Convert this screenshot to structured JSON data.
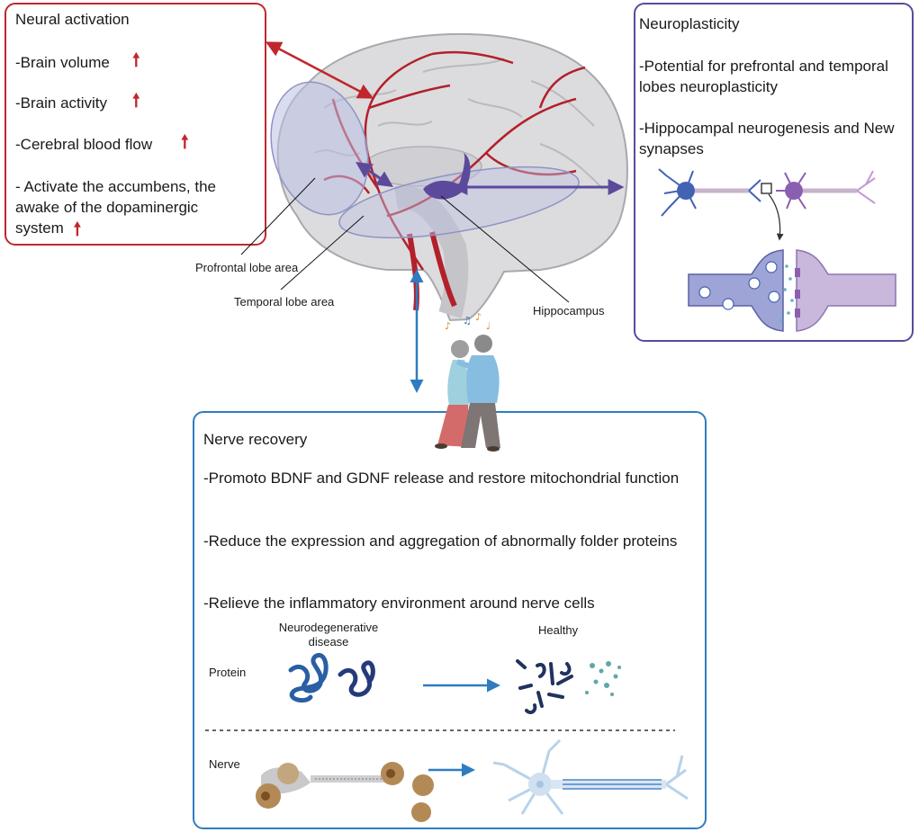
{
  "neural": {
    "title": "Neural activation",
    "items": [
      "-Brain volume",
      "-Brain activity",
      "-Cerebral blood flow"
    ],
    "last_item": "- Activate the accumbens, the awake of the dopaminergic system",
    "up_glyph": "🠕",
    "color": "#c0272d"
  },
  "plasticity": {
    "title": "Neuroplasticity",
    "item1": "-Potential for prefrontal and temporal lobes neuroplasticity",
    "item2": "-Hippocampal neurogenesis and New synapses",
    "color": "#5b4a9c"
  },
  "brain_labels": {
    "prefrontal": "Profrontal lobe area",
    "temporal": "Temporal lobe area",
    "hippocampus": "Hippocampus"
  },
  "recovery": {
    "title": "Nerve recovery",
    "item1": "-Promoto BDNF and GDNF release and restore mitochondrial function",
    "item2": "-Reduce the expression and aggregation of abnormally folder proteins",
    "item3": "-Relieve the inflammatory environment around nerve cells",
    "col_disease": "Neurodegenerative disease",
    "col_healthy": "Healthy",
    "row_protein": "Protein",
    "row_nerve": "Nerve",
    "color": "#2f7cc0"
  },
  "icons": [
    "brain-icon",
    "dancing-couple-icon",
    "neuron-icon",
    "synapse-icon",
    "protein-aggregate-icon",
    "music-note-icon"
  ]
}
